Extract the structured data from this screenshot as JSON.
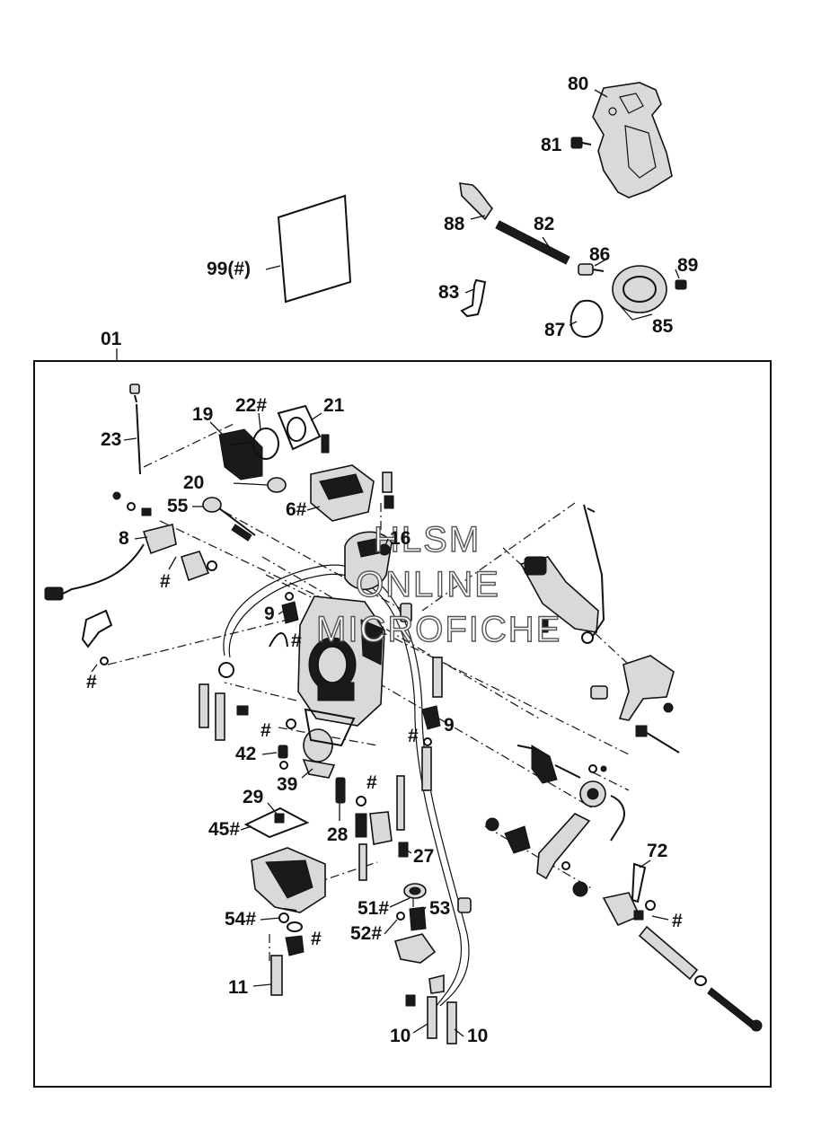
{
  "diagram": {
    "group_label": "01",
    "watermark": [
      "HLSM",
      "ONLINE",
      "MICROFICHE"
    ],
    "callouts": [
      {
        "id": "c80",
        "text": "80"
      },
      {
        "id": "c81",
        "text": "81"
      },
      {
        "id": "c82",
        "text": "82"
      },
      {
        "id": "c83",
        "text": "83"
      },
      {
        "id": "c85",
        "text": "85"
      },
      {
        "id": "c86",
        "text": "86"
      },
      {
        "id": "c87",
        "text": "87"
      },
      {
        "id": "c88",
        "text": "88"
      },
      {
        "id": "c89",
        "text": "89"
      },
      {
        "id": "c99",
        "text": "99(#)"
      },
      {
        "id": "c23",
        "text": "23"
      },
      {
        "id": "c19",
        "text": "19"
      },
      {
        "id": "c22",
        "text": "22#"
      },
      {
        "id": "c21",
        "text": "21"
      },
      {
        "id": "c20",
        "text": "20"
      },
      {
        "id": "c55",
        "text": "55"
      },
      {
        "id": "c6",
        "text": "6#"
      },
      {
        "id": "c16",
        "text": "16"
      },
      {
        "id": "c8",
        "text": "8"
      },
      {
        "id": "c8h",
        "text": "#"
      },
      {
        "id": "c9a",
        "text": "9"
      },
      {
        "id": "c9ah",
        "text": "#"
      },
      {
        "id": "cleft",
        "text": "#"
      },
      {
        "id": "c9b",
        "text": "9"
      },
      {
        "id": "c9bh",
        "text": "#"
      },
      {
        "id": "c42h",
        "text": "#"
      },
      {
        "id": "c42",
        "text": "42"
      },
      {
        "id": "c39",
        "text": "39"
      },
      {
        "id": "c29",
        "text": "29"
      },
      {
        "id": "c45",
        "text": "45#"
      },
      {
        "id": "c28",
        "text": "28"
      },
      {
        "id": "c28h",
        "text": "#"
      },
      {
        "id": "c27",
        "text": "27"
      },
      {
        "id": "c51",
        "text": "51#"
      },
      {
        "id": "c53",
        "text": "53"
      },
      {
        "id": "c52",
        "text": "52#"
      },
      {
        "id": "c54",
        "text": "54#"
      },
      {
        "id": "c54h",
        "text": "#"
      },
      {
        "id": "c11",
        "text": "11"
      },
      {
        "id": "c10a",
        "text": "10"
      },
      {
        "id": "c10b",
        "text": "10"
      },
      {
        "id": "c72",
        "text": "72"
      },
      {
        "id": "c72h",
        "text": "#"
      }
    ]
  }
}
